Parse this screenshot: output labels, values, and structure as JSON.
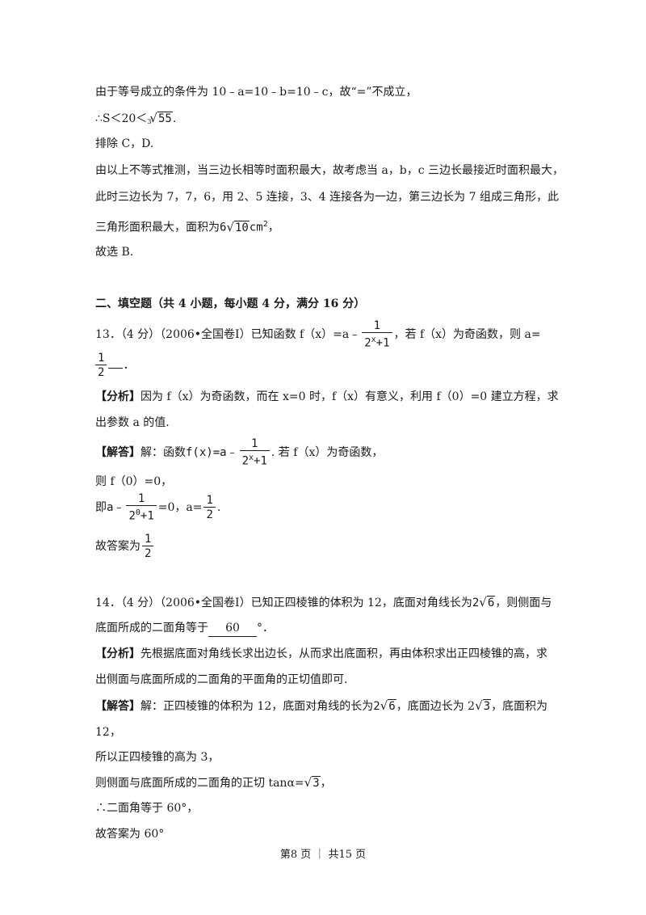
{
  "lines": {
    "l1": "由于等号成立的条件为 10﹣a=10﹣b=10﹣c，故“=”不成立，",
    "l2a": "∴S＜20＜",
    "l2_idx": "3",
    "l2_rad": "55",
    "l2b": ".",
    "l3": "排除 C，D.",
    "l4": "由以上不等式推测，当三边长相等时面积最大，故考虑当 a，b，c 三边长最接近时面积最大，",
    "l5": "此时三边长为 7，7，6，用 2、5 连接，3、4 连接各为一边，第三边长为 7 组成三角形，此",
    "l6a": "三角形面积最大，面积为",
    "l6_coef": "6",
    "l6_rad": "10",
    "l6_unit": "cm",
    "l6_exp": "2",
    "l6b": "，",
    "l7": "故选 B."
  },
  "section": {
    "title": "二、填空题（共 4 小题，每小题 4 分，满分 16 分）"
  },
  "q13": {
    "stem_a": "13．（4 分）（2006•全国卷Ⅰ）已知函数 f（x）=a﹣",
    "frac_num": "1",
    "frac_den_base": "2",
    "frac_den_exp": "x",
    "frac_den_rest": "+1",
    "stem_b": "，若 f（x）为奇函数，则 a=",
    "answer_num": "1",
    "answer_den": "2",
    "answer_tail": "．",
    "analysis_label": "【分析】",
    "analysis_1": "因为 f（x）为奇函数，而在 x=0 时，f（x）有意义，利用 f（0）=0 建立方程，求",
    "analysis_2": "出参数 a 的值.",
    "solution_label": "【解答】",
    "solution_a": "解：函数",
    "solution_fx": "f(x)=a﹣",
    "solution_b": ". 若 f（x）为奇函数，",
    "then_line": "则 f（0）=0，",
    "ie_a": "即",
    "ie_lead": "a﹣",
    "ie_den_base": "2",
    "ie_den_exp": "0",
    "ie_den_rest": "+1",
    "ie_b": "=0，a=",
    "ie_c": ".",
    "final_label": "故答案为"
  },
  "q14": {
    "stem_a": "14．（4 分）（2006•全国卷Ⅰ）已知正四棱锥的体积为 12，底面对角线长为",
    "coef": "2",
    "rad6": "6",
    "stem_b": "，则侧面与",
    "stem2_a": "底面所成的二面角等于",
    "blank_value": "60",
    "stem2_b": "°．",
    "analysis_label": "【分析】",
    "analysis_1": "先根据底面对角线长求出边长，从而求出底面积，再由体积求出正四棱锥的高，求",
    "analysis_2": "出侧面与底面所成的二面角的平面角的正切值即可.",
    "solution_label": "【解答】",
    "sol_a": "解：正四棱锥的体积为 12，底面对角线的长为",
    "sol_b": "，底面边长为 2",
    "rad3": "3",
    "sol_c": "，底面积为",
    "sol_line2": "12，",
    "sol_line3": "所以正四棱锥的高为 3，",
    "sol_line4a": "则侧面与底面所成的二面角的正切 tanα=",
    "sol_line4b": "，",
    "sol_line5": "∴二面角等于 60°，",
    "sol_line6": "故答案为 60°"
  },
  "footer": {
    "text": "第8 页 ｜ 共15 页"
  }
}
